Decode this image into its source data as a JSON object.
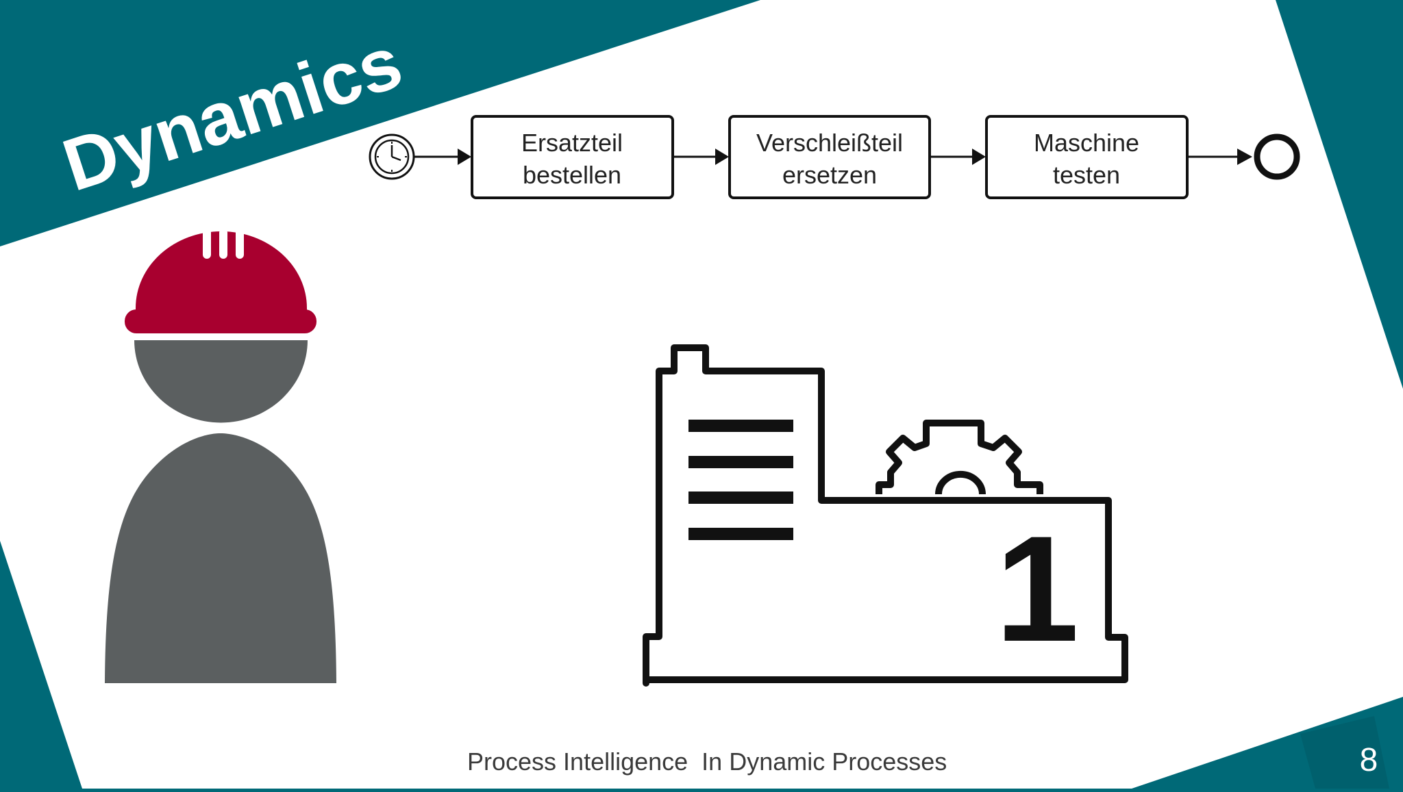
{
  "slide": {
    "title": "Dynamics",
    "footer": "Process Intelligence  In Dynamic Processes",
    "page_number": "8"
  },
  "process": {
    "tasks": [
      {
        "line1": "Ersatzteil",
        "line2": "bestellen"
      },
      {
        "line1": "Verschleißteil",
        "line2": "ersetzen"
      },
      {
        "line1": "Maschine",
        "line2": "testen"
      }
    ]
  },
  "factory": {
    "number": "1"
  },
  "colors": {
    "teal": "#006977",
    "helmet": "#a8002f",
    "worker": "#5b5f60",
    "stroke": "#111111",
    "paper": "#ffffff"
  },
  "icons": {
    "start_event": "timer-icon",
    "end_event": "end-event-icon",
    "worker": "worker-icon",
    "factory": "factory-icon",
    "gear": "gear-icon"
  }
}
